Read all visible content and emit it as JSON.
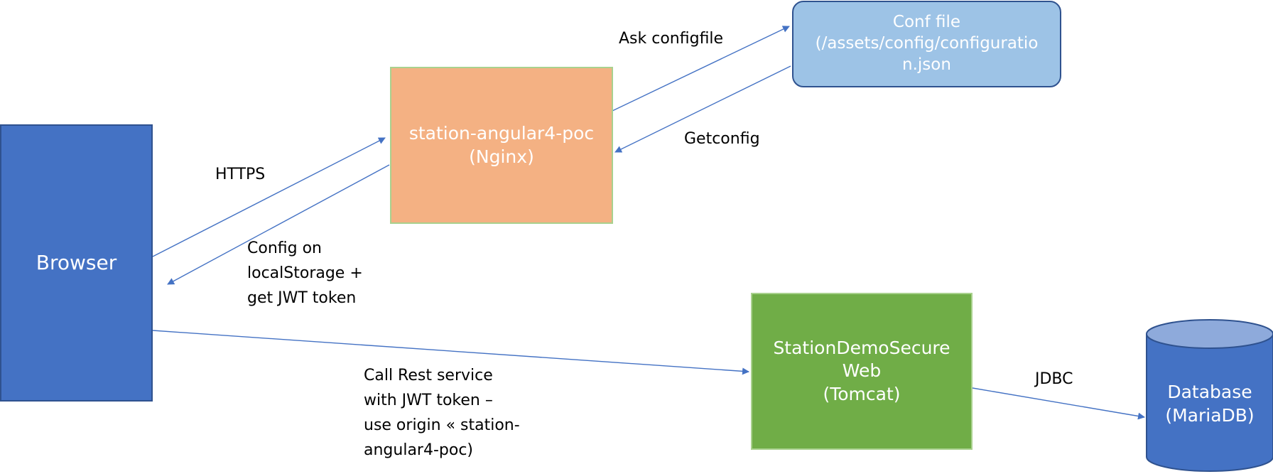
{
  "nodes": {
    "browser": {
      "label": "Browser"
    },
    "nginx": {
      "line1": "station-angular4-poc",
      "line2": "(Nginx)"
    },
    "conf_file": {
      "line1": "Conf file",
      "line2": "(/assets/config/configuratio",
      "line3": "n.json"
    },
    "tomcat": {
      "line1": "StationDemoSecure",
      "line2": "Web",
      "line3": "(Tomcat)"
    },
    "database": {
      "line1": "Database",
      "line2": "(MariaDB)"
    }
  },
  "edges": {
    "https": {
      "label": "HTTPS"
    },
    "config_storage": {
      "line1": "Config on",
      "line2": "localStorage +",
      "line3": "get JWT token"
    },
    "ask_config": {
      "label": "Ask configfile"
    },
    "getconfig": {
      "label": "Getconfig"
    },
    "rest_call": {
      "line1": "Call Rest service",
      "line2": "with JWT token –",
      "line3": "use origin « station-",
      "line4": "angular4-poc)"
    },
    "jdbc": {
      "label": "JDBC"
    }
  },
  "colors": {
    "browser": "#4472c4",
    "nginx": "#f4b183",
    "conf_file": "#9dc3e6",
    "tomcat": "#70ad47",
    "database": "#4472c4",
    "arrow": "#4472c4"
  }
}
